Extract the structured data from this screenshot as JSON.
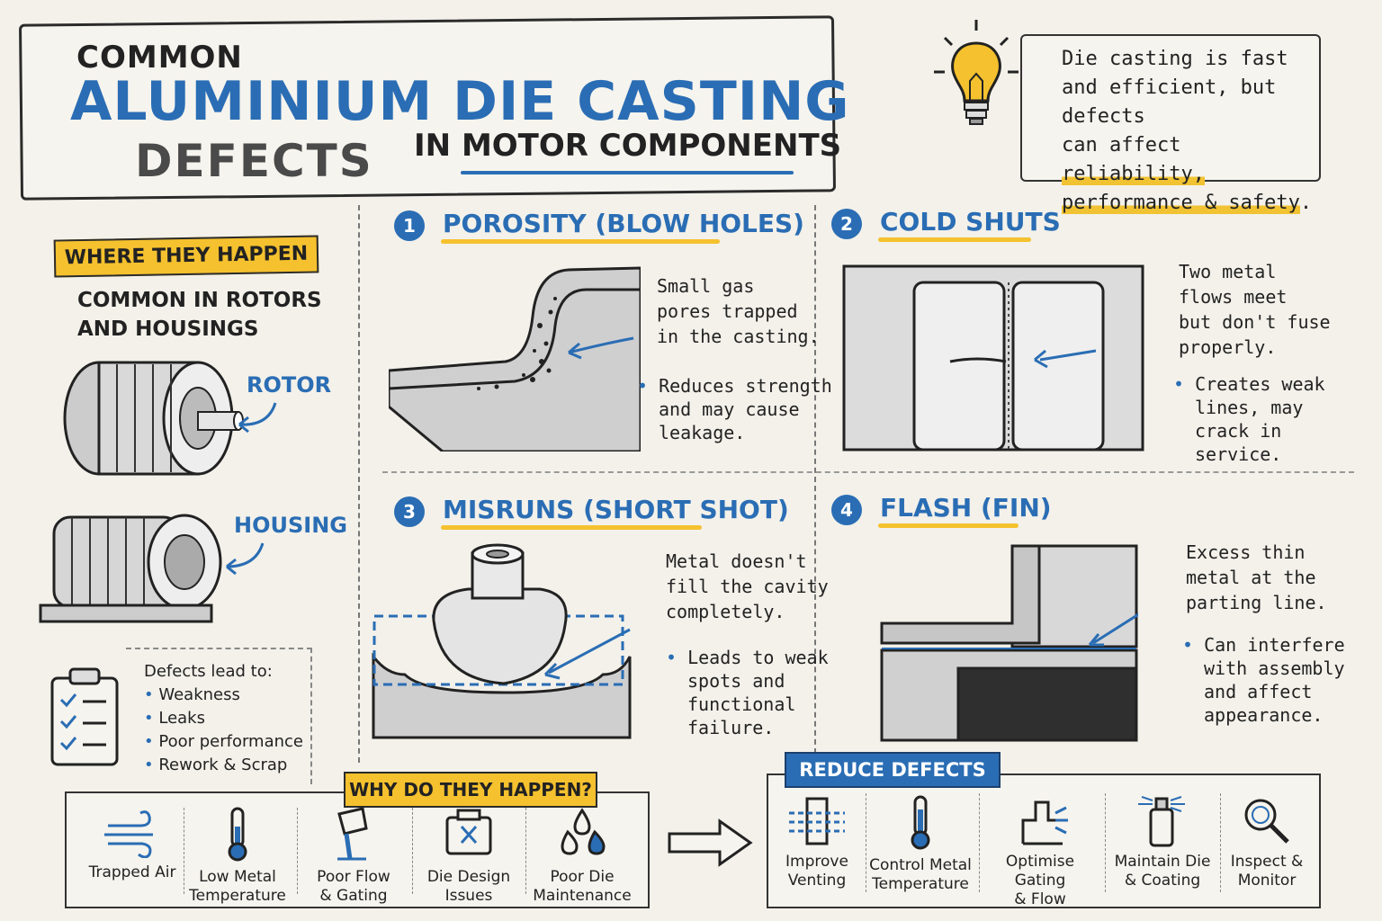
{
  "title": {
    "common": "COMMON",
    "main": "ALUMINIUM DIE CASTING",
    "defects": "DEFECTS",
    "sub": "IN MOTOR COMPONENTS"
  },
  "note": {
    "line1": "Die casting is fast",
    "line2": "and efficient, but defects",
    "line3a": "can affect ",
    "line3b": "reliability,",
    "line4a": "performance & safety",
    "line4b": "."
  },
  "where": {
    "banner": "WHERE THEY HAPPEN",
    "line1": "COMMON IN ROTORS",
    "line2": "AND HOUSINGS",
    "rotor_label": "ROTOR",
    "housing_label": "HOUSING"
  },
  "defects_lead": {
    "heading": "Defects lead to:",
    "items": [
      "Weakness",
      "Leaks",
      "Poor performance",
      "Rework & Scrap"
    ]
  },
  "sections": [
    {
      "num": "1",
      "title": "POROSITY (BLOW HOLES)",
      "desc": [
        "Small gas",
        "pores trapped",
        "in the casting."
      ],
      "bullet": [
        "Reduces strength",
        "and may cause",
        "leakage."
      ]
    },
    {
      "num": "2",
      "title": "COLD SHUTS",
      "desc": [
        "Two metal",
        "flows meet",
        "but don't fuse",
        "properly."
      ],
      "bullet": [
        "Creates weak",
        "lines, may",
        "crack in",
        "service."
      ]
    },
    {
      "num": "3",
      "title": "MISRUNS (SHORT SHOT)",
      "desc": [
        "Metal doesn't",
        "fill the cavity",
        "completely."
      ],
      "bullet": [
        "Leads to weak",
        "spots and",
        "functional",
        "failure."
      ]
    },
    {
      "num": "4",
      "title": "FLASH (FIN)",
      "desc": [
        "Excess thin",
        "metal at the",
        "parting line."
      ],
      "bullet": [
        "Can interfere",
        "with assembly",
        "and affect",
        "appearance."
      ]
    }
  ],
  "why": {
    "banner": "WHY DO THEY HAPPEN?",
    "items": [
      {
        "icon": "wind-icon",
        "label1": "Trapped Air",
        "label2": ""
      },
      {
        "icon": "thermometer-icon",
        "label1": "Low Metal",
        "label2": "Temperature"
      },
      {
        "icon": "pour-icon",
        "label1": "Poor Flow",
        "label2": "& Gating"
      },
      {
        "icon": "die-icon",
        "label1": "Die Design",
        "label2": "Issues"
      },
      {
        "icon": "droplets-icon",
        "label1": "Poor Die",
        "label2": "Maintenance"
      }
    ]
  },
  "reduce": {
    "banner": "REDUCE DEFECTS",
    "items": [
      {
        "icon": "vent-icon",
        "label1": "Improve",
        "label2": "Venting"
      },
      {
        "icon": "thermometer-icon",
        "label1": "Control Metal",
        "label2": "Temperature"
      },
      {
        "icon": "gating-icon",
        "label1": "Optimise Gating",
        "label2": "& Flow"
      },
      {
        "icon": "spray-icon",
        "label1": "Maintain Die",
        "label2": "& Coating"
      },
      {
        "icon": "magnifier-icon",
        "label1": "Inspect &",
        "label2": "Monitor"
      }
    ]
  }
}
